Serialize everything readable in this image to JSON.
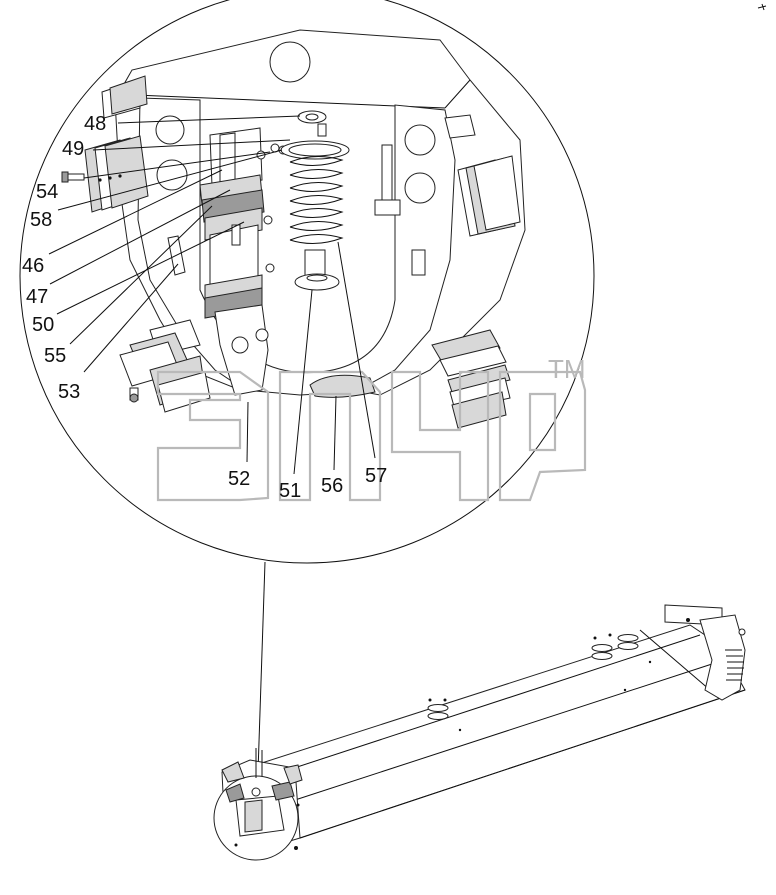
{
  "callouts": [
    "48",
    "49",
    "54",
    "58",
    "46",
    "47",
    "50",
    "55",
    "53",
    "52",
    "51",
    "56",
    "57"
  ],
  "watermark": {
    "trademark": "TM"
  }
}
